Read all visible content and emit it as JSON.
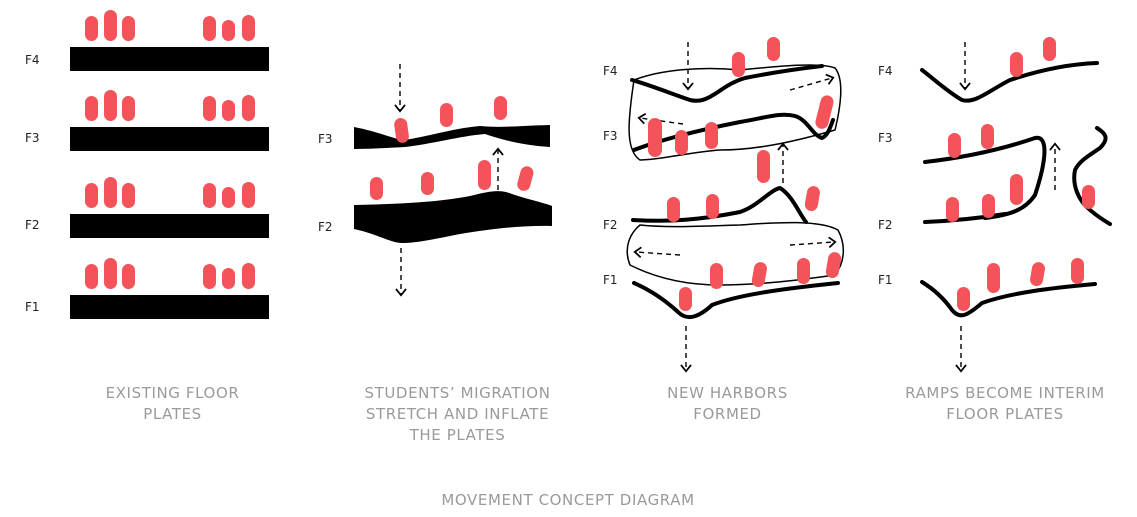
{
  "diagram": {
    "panels": [
      {
        "caption": [
          "EXISTING FLOOR",
          "PLATES"
        ],
        "floor_labels": [
          "F4",
          "F3",
          "F2",
          "F1"
        ]
      },
      {
        "caption": [
          "STUDENTS’ MIGRATION",
          "STRETCH AND INFLATE",
          "THE PLATES"
        ],
        "floor_labels": [
          "F3",
          "F2"
        ]
      },
      {
        "caption": [
          "NEW HARBORS",
          "FORMED"
        ],
        "floor_labels": [
          "F4",
          "F3",
          "F2",
          "F1"
        ]
      },
      {
        "caption": [
          "RAMPS BECOME INTERIM",
          "FLOOR PLATES"
        ],
        "floor_labels": [
          "F4",
          "F3",
          "F2",
          "F1"
        ]
      }
    ],
    "title": "MOVEMENT CONCEPT DIAGRAM"
  },
  "colors": {
    "person": "#f4535a",
    "plate": "#000000",
    "caption": "#9a9a9a"
  }
}
